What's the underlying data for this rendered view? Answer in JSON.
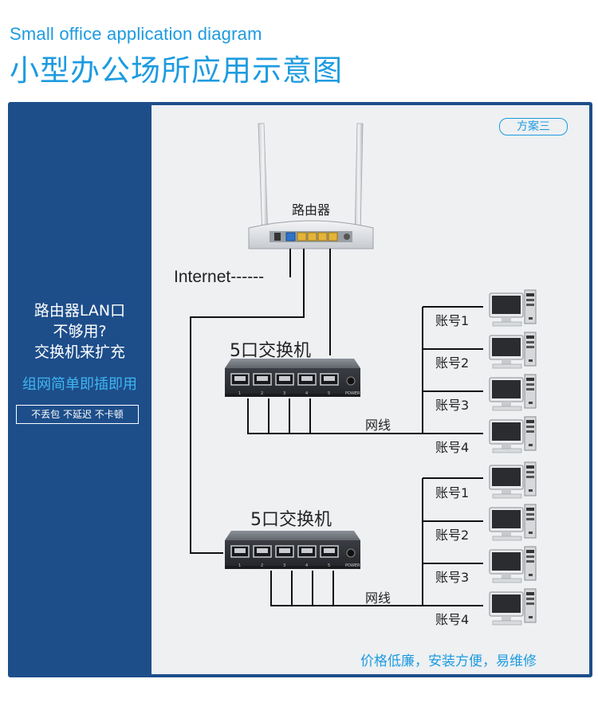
{
  "header": {
    "subtitle_en": "Small office application diagram",
    "title_cn": "小型办公场所应用示意图"
  },
  "sidebar": {
    "question_lines": [
      "路由器LAN口",
      "不够用?",
      "交换机来扩充"
    ],
    "highlight": "组网简单即插即用",
    "features": "不丢包 不延迟 不卡顿"
  },
  "scheme_badge": "方案三",
  "router": {
    "label": "路由器"
  },
  "internet_label": "Internet------",
  "switches": [
    {
      "label": "5口交换机",
      "ports": [
        "1",
        "2",
        "3",
        "4",
        "5"
      ],
      "power": "POWER",
      "cable_label": "网线",
      "accounts": [
        "账号1",
        "账号2",
        "账号3",
        "账号4"
      ]
    },
    {
      "label": "5口交换机",
      "ports": [
        "1",
        "2",
        "3",
        "4",
        "5"
      ],
      "power": "POWER",
      "cable_label": "网线",
      "accounts": [
        "账号1",
        "账号2",
        "账号3",
        "账号4"
      ]
    }
  ],
  "footer": "价格低廉，安装方便，易维修",
  "colors": {
    "accent": "#1d9be0",
    "sidebar_bg": "#1d4e8a",
    "sidebar_highlight": "#3fb6f2",
    "canvas_bg": "#eef0f2"
  }
}
